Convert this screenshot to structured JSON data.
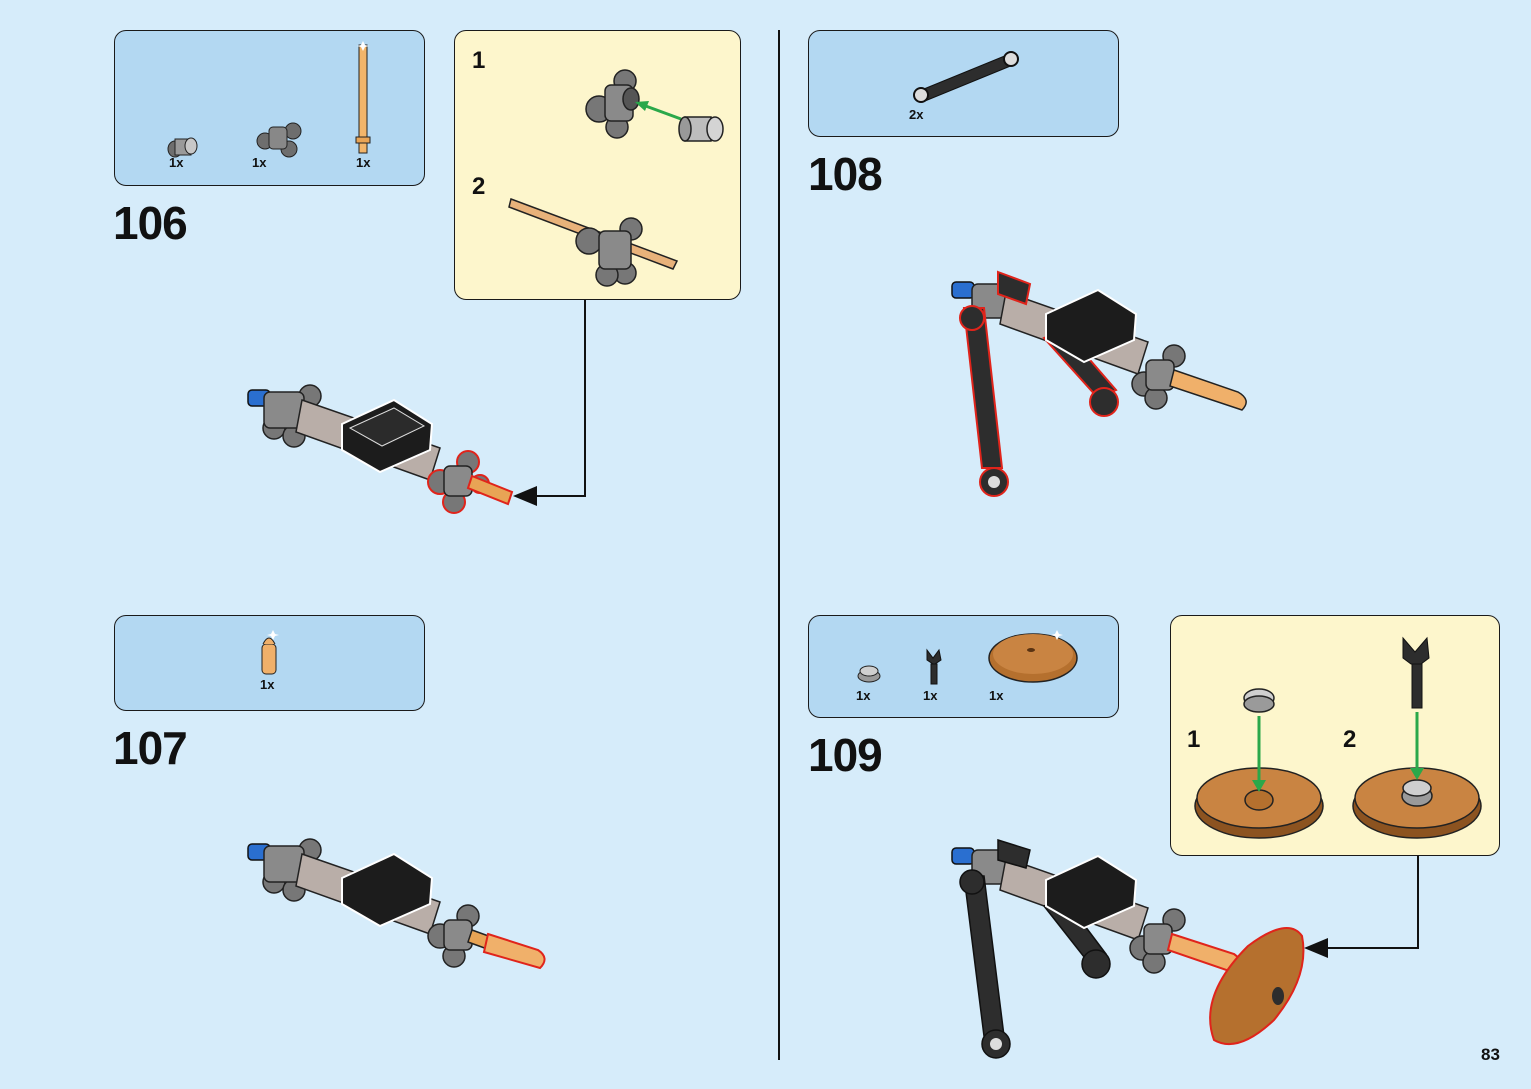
{
  "page": {
    "number": "83"
  },
  "steps": [
    {
      "id": "106",
      "number": "106",
      "parts": [
        {
          "qty": "1x"
        },
        {
          "qty": "1x"
        },
        {
          "qty": "1x"
        }
      ],
      "substeps": [
        {
          "label": "1"
        },
        {
          "label": "2"
        }
      ]
    },
    {
      "id": "107",
      "number": "107",
      "parts": [
        {
          "qty": "1x"
        }
      ]
    },
    {
      "id": "108",
      "number": "108",
      "parts": [
        {
          "qty": "2x"
        }
      ]
    },
    {
      "id": "109",
      "number": "109",
      "parts": [
        {
          "qty": "1x"
        },
        {
          "qty": "1x"
        },
        {
          "qty": "1x"
        }
      ],
      "substeps": [
        {
          "label": "1"
        },
        {
          "label": "2"
        }
      ]
    }
  ],
  "colors": {
    "background": "#d6ecfa",
    "parts_box": "#b3d8f2",
    "sub_box": "#fdf6cc",
    "highlight": "#e0241b",
    "insert_arrow": "#2aa84a"
  }
}
